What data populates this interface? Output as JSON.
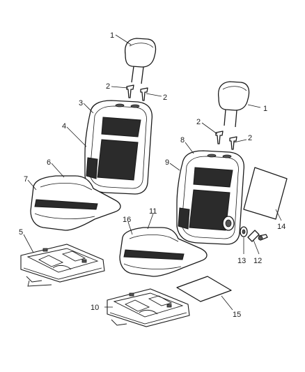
{
  "callouts": {
    "c1a": "1",
    "c1b": "1",
    "c2a": "2",
    "c2b": "2",
    "c2c": "2",
    "c2d": "2",
    "c3": "3",
    "c4": "4",
    "c5": "5",
    "c6": "6",
    "c7": "7",
    "c8": "8",
    "c9": "9",
    "c10": "10",
    "c11": "11",
    "c12": "12",
    "c13": "13",
    "c14": "14",
    "c15": "15",
    "c16": "16"
  }
}
